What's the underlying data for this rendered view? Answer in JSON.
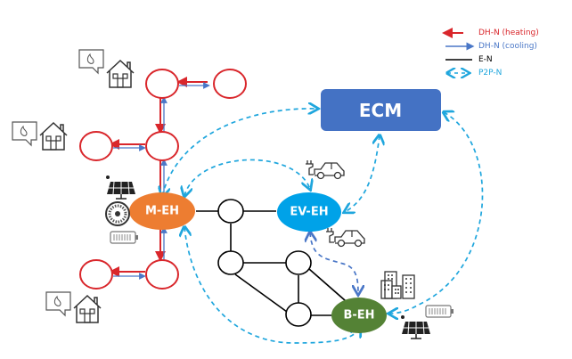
{
  "legend": {
    "items": [
      {
        "label": "DH-N (heating)",
        "color": "#d9262b",
        "style": "arrow-left-solid"
      },
      {
        "label": "DH-N (cooling)",
        "color": "#4a77c7",
        "style": "arrow-right-solid"
      },
      {
        "label": "E-N",
        "color": "#000000",
        "style": "solid"
      },
      {
        "label": "P2P-N",
        "color": "#1fa6dd",
        "style": "dashed-bidirectional"
      }
    ]
  },
  "nodes": {
    "ecm": {
      "label": "ECM",
      "color": "#4472c4"
    },
    "m_eh": {
      "label": "M-EH",
      "color": "#ed7d31"
    },
    "ev_eh": {
      "label": "EV-EH",
      "color": "#00a2e8"
    },
    "b_eh": {
      "label": "B-EH",
      "color": "#548235"
    }
  },
  "icons": {
    "houses": [
      "house-icon",
      "house-icon",
      "house-icon"
    ],
    "heat_bubbles": [
      "flame-bubble-icon",
      "flame-bubble-icon",
      "flame-bubble-icon"
    ],
    "m_eh_assets": [
      "solar-panel-icon",
      "turbine-icon",
      "battery-icon"
    ],
    "ev_eh_assets": [
      "electric-car-icon",
      "electric-car-icon"
    ],
    "b_eh_assets": [
      "buildings-icon",
      "battery-icon",
      "solar-panel-icon"
    ]
  },
  "colors": {
    "heating": "#d9262b",
    "cooling": "#4a77c7",
    "electric": "#000000",
    "p2p": "#1fa6dd",
    "p2p_dark": "#4a77c7"
  }
}
